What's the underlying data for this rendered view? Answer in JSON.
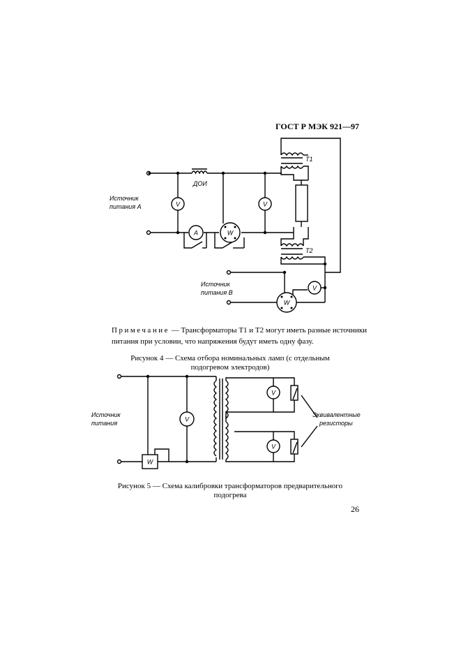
{
  "header": "ГОСТ Р МЭК 921—97",
  "figure4": {
    "labels": {
      "doi": "ДОИ",
      "t1": "Т1",
      "t2": "Т2",
      "source_a_line1": "Источник",
      "source_a_line2": "питания А",
      "source_b_line1": "Источник",
      "source_b_line2": "питания В",
      "voltmeter": "V",
      "ammeter": "А",
      "wattmeter": "W"
    },
    "caption_line1": "Рисунок 4 — Схема отбора номинальных ламп (с отдельным",
    "caption_line2": "подогревом электродов)"
  },
  "note": {
    "prefix": "Примечание",
    "text": " — Трансформаторы Т1 и Т2 могут иметь разные источники питания при условии, что напряжения будут иметь одну фазу."
  },
  "figure5": {
    "labels": {
      "source_line1": "Источник",
      "source_line2": "питания",
      "resistors_line1": "Эквивалентные",
      "resistors_line2": "резисторы",
      "voltmeter": "V",
      "wattmeter": "W"
    },
    "caption_line1": "Рисунок 5 — Схема калибровки трансформаторов предварительного",
    "caption_line2": "подогрева"
  },
  "page_number": "26"
}
